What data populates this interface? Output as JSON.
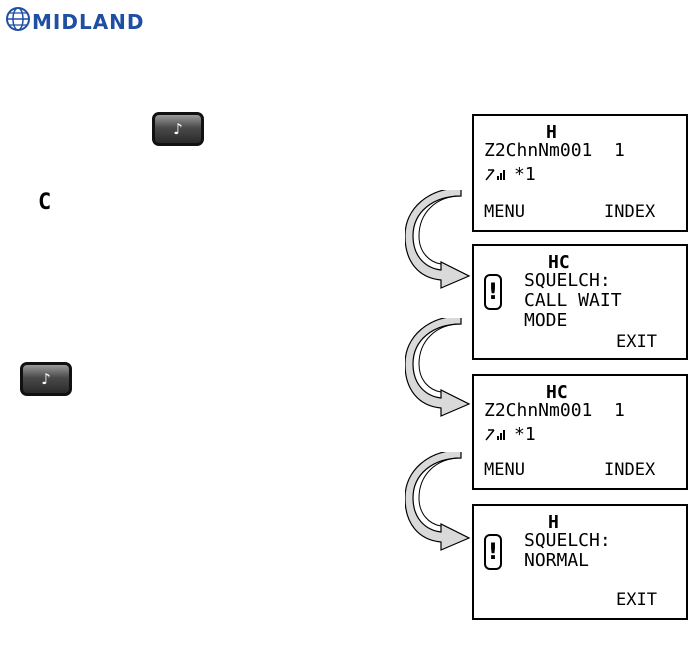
{
  "logo": {
    "text": "MIDLAND",
    "color": "#1f4fa3"
  },
  "left": {
    "key_top_glyph": "♪",
    "c_label": "C",
    "key_bottom_glyph": "♪"
  },
  "screens": [
    {
      "title": "H",
      "line1": "Z2ChnNm001  1",
      "line2": "*1",
      "soft_left": "MENU",
      "soft_right": "INDEX"
    },
    {
      "title": "HC",
      "line1": "SQUELCH:",
      "line2": "CALL WAIT",
      "line3": "MODE",
      "soft_right": "EXIT"
    },
    {
      "title": "HC",
      "line1": "Z2ChnNm001  1",
      "line2": "*1",
      "soft_left": "MENU",
      "soft_right": "INDEX"
    },
    {
      "title": "H",
      "line1": "SQUELCH:",
      "line2": "NORMAL",
      "soft_right": "EXIT"
    }
  ],
  "icons": {
    "antenna": "antenna-signal-icon",
    "exclamation": "exclamation-icon",
    "arrow": "curved-arrow-icon",
    "globe": "globe-icon"
  }
}
